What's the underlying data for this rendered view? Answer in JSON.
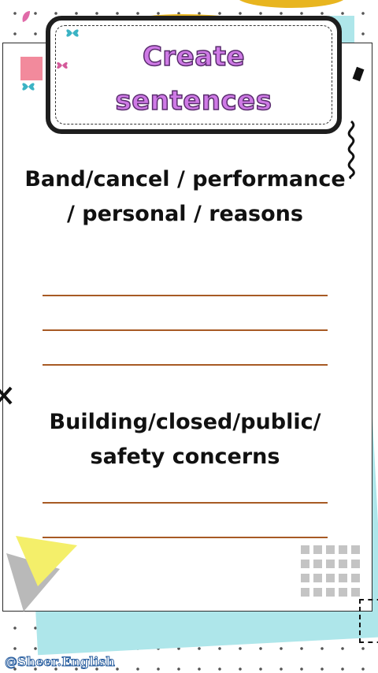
{
  "title": {
    "line1": "Create",
    "line2": "sentences"
  },
  "prompts": [
    {
      "text": "Band/cancel / performance / personal / reasons",
      "answer_lines": 3
    },
    {
      "text": "Building/closed/public/ safety concerns",
      "answer_lines": 2
    }
  ],
  "watermark": "@Sheer.English",
  "colors": {
    "title_fill": "#cf7ae6",
    "title_stroke": "#5a2d6e",
    "answer_line": "#a75a24",
    "yellow_blob": "#e8b51f",
    "teal_shape": "#aee6ea",
    "pink_square": "#f28a9c"
  },
  "icons": [
    "butterfly-icon",
    "squiggle-icon",
    "x-mark-icon",
    "triangle-icon",
    "leaf-icon"
  ]
}
